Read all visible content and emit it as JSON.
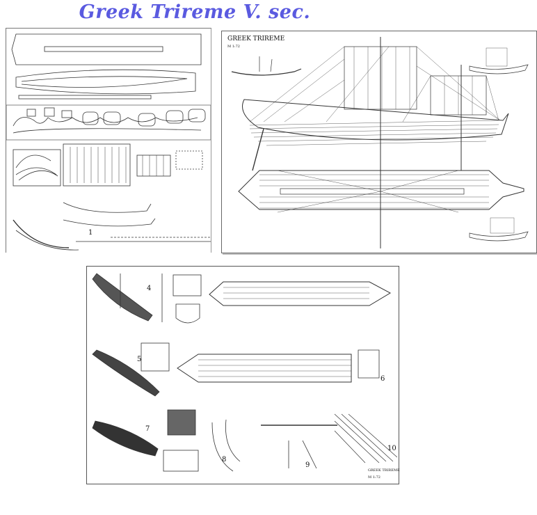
{
  "title": "Greek Trireme V. sec.",
  "sheets": {
    "parts_sheet": {
      "label": "1"
    },
    "plan_sheet": {
      "name": "GREEK TRIREME",
      "scale": "M 1:72"
    },
    "assembly_sheet": {
      "name": "GREEK TRIREME",
      "scale": "M 1:72",
      "step_numbers": [
        "4",
        "5",
        "6",
        "7",
        "8",
        "9",
        "10"
      ]
    }
  },
  "colors": {
    "title": "#5a5ae0",
    "line": "#222222"
  }
}
